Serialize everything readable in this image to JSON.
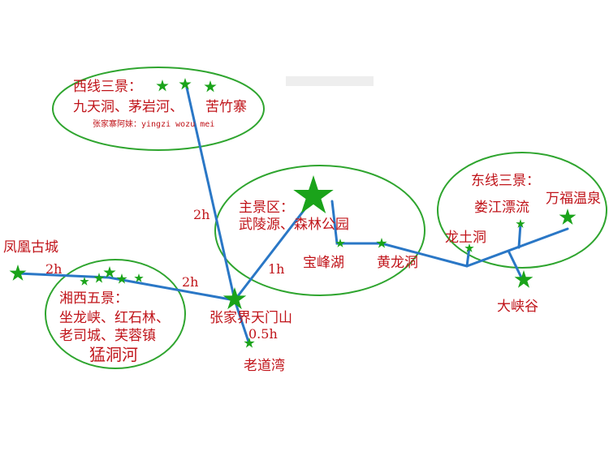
{
  "colors": {
    "star": "#1aa31a",
    "route": "#2a77c6",
    "ellipse": "#2fa52f",
    "text": "#c0141a"
  },
  "west": {
    "title": "西线三景：",
    "sites": "九天洞、茅岩河、",
    "site3": "苦竹寨",
    "note": "张家寨阿妹：yingzi wozu mei"
  },
  "core": {
    "title": "主景区：",
    "sites": "武陵源、森林公园",
    "baofeng": "宝峰湖",
    "huanglong": "黄龙洞"
  },
  "east": {
    "title": "东线三景：",
    "loujiang": "娄江漂流",
    "wanfu": "万福温泉",
    "longshi": "龙土洞",
    "daxia": "大峡谷"
  },
  "xiangxi": {
    "title": "湘西五景：",
    "line1": "坐龙峡、红石林、",
    "line2": "老司城、芙蓉镇",
    "line3": "猛洞河"
  },
  "places": {
    "fenghuang": "凤凰古城",
    "tianmen": "张家界天门山",
    "laodaowan": "老道湾"
  },
  "durations": {
    "west_route": "2h",
    "core_route": "1h",
    "fenghuang_route": "2h",
    "xiangxi_route": "2h",
    "laodaowan_route": "0.5h"
  }
}
